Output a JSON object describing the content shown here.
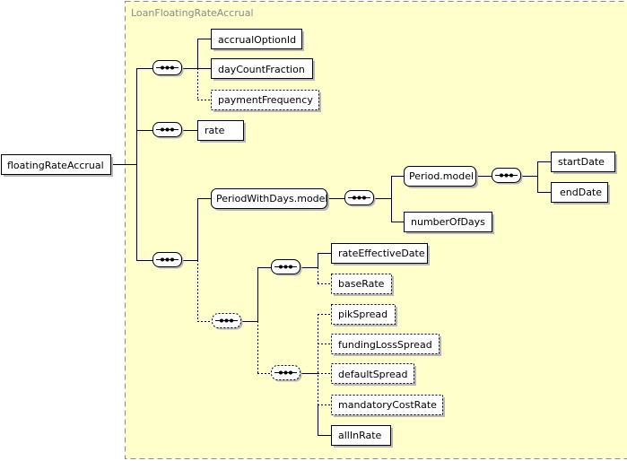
{
  "group": {
    "title": "LoanFloatingRateAccrual"
  },
  "root": {
    "label": "floatingRateAccrual"
  },
  "elements": {
    "accrual_option_id": "accrualOptionId",
    "day_count_fraction": "dayCountFraction",
    "payment_frequency": "paymentFrequency",
    "rate": "rate",
    "period_with_days_model": "PeriodWithDays.model",
    "period_model": "Period.model",
    "start_date": "startDate",
    "end_date": "endDate",
    "number_of_days": "numberOfDays",
    "rate_effective_date": "rateEffectiveDate",
    "base_rate": "baseRate",
    "pik_spread": "pikSpread",
    "funding_loss_spread": "fundingLossSpread",
    "default_spread": "defaultSpread",
    "mandatory_cost_rate": "mandatoryCostRate",
    "all_in_rate": "allInRate"
  },
  "colors": {
    "group_fill": "#ffffcc",
    "group_border": "#8a8a8a",
    "node_fill": "#ffffff",
    "shadow": "#b8b8b8",
    "line": "#000000"
  }
}
